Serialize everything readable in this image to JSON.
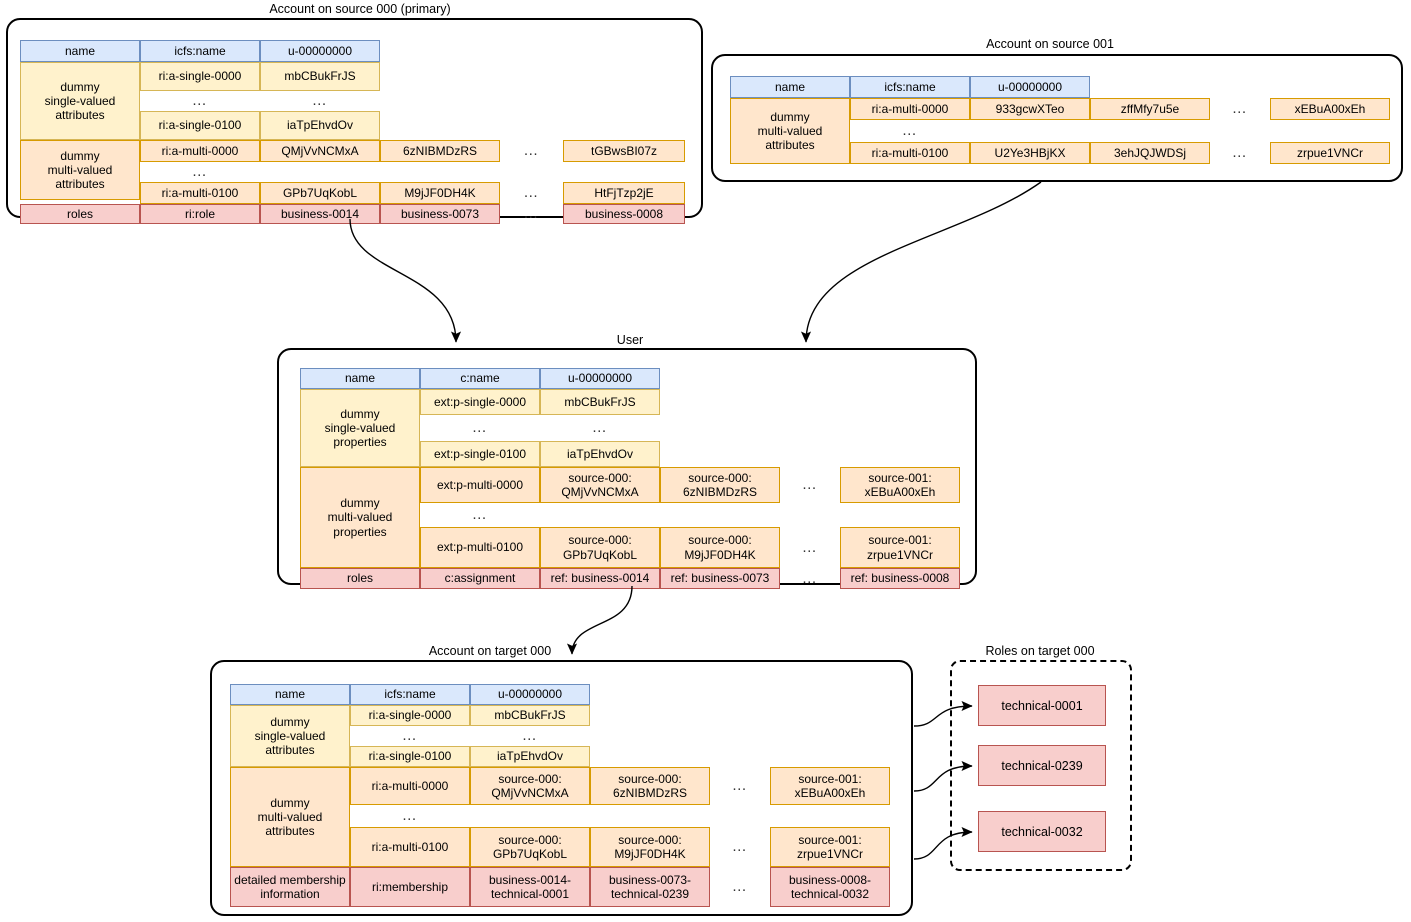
{
  "diagram": {
    "title_source000": "Account on source 000 (primary)",
    "title_source001": "Account on source 001",
    "title_user": "User",
    "title_target000": "Account on target 000",
    "title_roles_target": "Roles on target 000",
    "ellipsis": "…",
    "colors": {
      "header": "#dae8fc",
      "header_border": "#6c8ebf",
      "single": "#fff2cc",
      "single_border": "#d6b656",
      "multi": "#ffe6cc",
      "multi_border": "#d79b00",
      "role": "#f8cecc",
      "role_border": "#b85450",
      "line": "#000000"
    }
  },
  "source000": {
    "header": [
      "name",
      "icfs:name",
      "u-00000000"
    ],
    "single_label": "dummy\nsingle-valued\nattributes",
    "single_rows": [
      {
        "attr": "ri:a-single-0000",
        "value": "mbCBukFrJS"
      },
      {
        "attr": "…",
        "value": "…"
      },
      {
        "attr": "ri:a-single-0100",
        "value": "iaTpEhvdOv"
      }
    ],
    "multi_label": "dummy\nmulti-valued\nattributes",
    "multi_rows": [
      {
        "attr": "ri:a-multi-0000",
        "v1": "QMjVvNCMxA",
        "v2": "6zNIBMDzRS",
        "dots": "…",
        "last": "tGBwsBI07z"
      },
      {
        "attr": "…",
        "v1": "",
        "v2": "",
        "dots": "",
        "last": ""
      },
      {
        "attr": "ri:a-multi-0100",
        "v1": "GPb7UqKobL",
        "v2": "M9jJF0DH4K",
        "dots": "…",
        "last": "HtFjTzp2jE"
      }
    ],
    "roles_label": "roles",
    "roles_attr": "ri:role",
    "roles_values": [
      "business-0014",
      "business-0073"
    ],
    "roles_dots": "…",
    "roles_last": "business-0008"
  },
  "source001": {
    "header": [
      "name",
      "icfs:name",
      "u-00000000"
    ],
    "multi_label": "dummy\nmulti-valued\nattributes",
    "multi_rows": [
      {
        "attr": "ri:a-multi-0000",
        "v1": "933gcwXTeo",
        "v2": "zffMfy7u5e",
        "dots": "…",
        "last": "xEBuA00xEh"
      },
      {
        "attr": "…",
        "v1": "",
        "v2": "",
        "dots": "",
        "last": ""
      },
      {
        "attr": "ri:a-multi-0100",
        "v1": "U2Ye3HBjKX",
        "v2": "3ehJQJWDSj",
        "dots": "…",
        "last": "zrpue1VNCr"
      }
    ]
  },
  "user": {
    "header": [
      "name",
      "c:name",
      "u-00000000"
    ],
    "single_label": "dummy\nsingle-valued\nproperties",
    "single_rows": [
      {
        "attr": "ext:p-single-0000",
        "value": "mbCBukFrJS"
      },
      {
        "attr": "…",
        "value": "…"
      },
      {
        "attr": "ext:p-single-0100",
        "value": "iaTpEhvdOv"
      }
    ],
    "multi_label": "dummy\nmulti-valued\nproperties",
    "multi_rows": [
      {
        "attr": "ext:p-multi-0000",
        "v1": "source-000:\nQMjVvNCMxA",
        "v2": "source-000:\n6zNIBMDzRS",
        "dots": "…",
        "last": "source-001:\nxEBuA00xEh"
      },
      {
        "attr": "…",
        "v1": "",
        "v2": "",
        "dots": "",
        "last": ""
      },
      {
        "attr": "ext:p-multi-0100",
        "v1": "source-000:\nGPb7UqKobL",
        "v2": "source-000:\nM9jJF0DH4K",
        "dots": "…",
        "last": "source-001:\nzrpue1VNCr"
      }
    ],
    "roles_label": "roles",
    "roles_attr": "c:assignment",
    "roles_values": [
      "ref: business-0014",
      "ref: business-0073"
    ],
    "roles_dots": "…",
    "roles_last": "ref: business-0008"
  },
  "target000": {
    "header": [
      "name",
      "icfs:name",
      "u-00000000"
    ],
    "single_label": "dummy\nsingle-valued\nattributes",
    "single_rows": [
      {
        "attr": "ri:a-single-0000",
        "value": "mbCBukFrJS"
      },
      {
        "attr": "…",
        "value": "…"
      },
      {
        "attr": "ri:a-single-0100",
        "value": "iaTpEhvdOv"
      }
    ],
    "multi_label": "dummy\nmulti-valued\nattributes",
    "multi_rows": [
      {
        "attr": "ri:a-multi-0000",
        "v1": "source-000:\nQMjVvNCMxA",
        "v2": "source-000:\n6zNIBMDzRS",
        "dots": "…",
        "last": "source-001:\nxEBuA00xEh"
      },
      {
        "attr": "…",
        "v1": "",
        "v2": "",
        "dots": "",
        "last": ""
      },
      {
        "attr": "ri:a-multi-0100",
        "v1": "source-000:\nGPb7UqKobL",
        "v2": "source-000:\nM9jJF0DH4K",
        "dots": "…",
        "last": "source-001:\nzrpue1VNCr"
      }
    ],
    "membership_label": "detailed membership\ninformation",
    "membership_attr": "ri:membership",
    "membership_values": [
      "business-0014-\ntechnical-0001",
      "business-0073-\ntechnical-0239"
    ],
    "membership_dots": "…",
    "membership_last": "business-0008-\ntechnical-0032"
  },
  "roles_target000": {
    "roles": [
      "technical-0001",
      "technical-0239",
      "technical-0032"
    ]
  }
}
